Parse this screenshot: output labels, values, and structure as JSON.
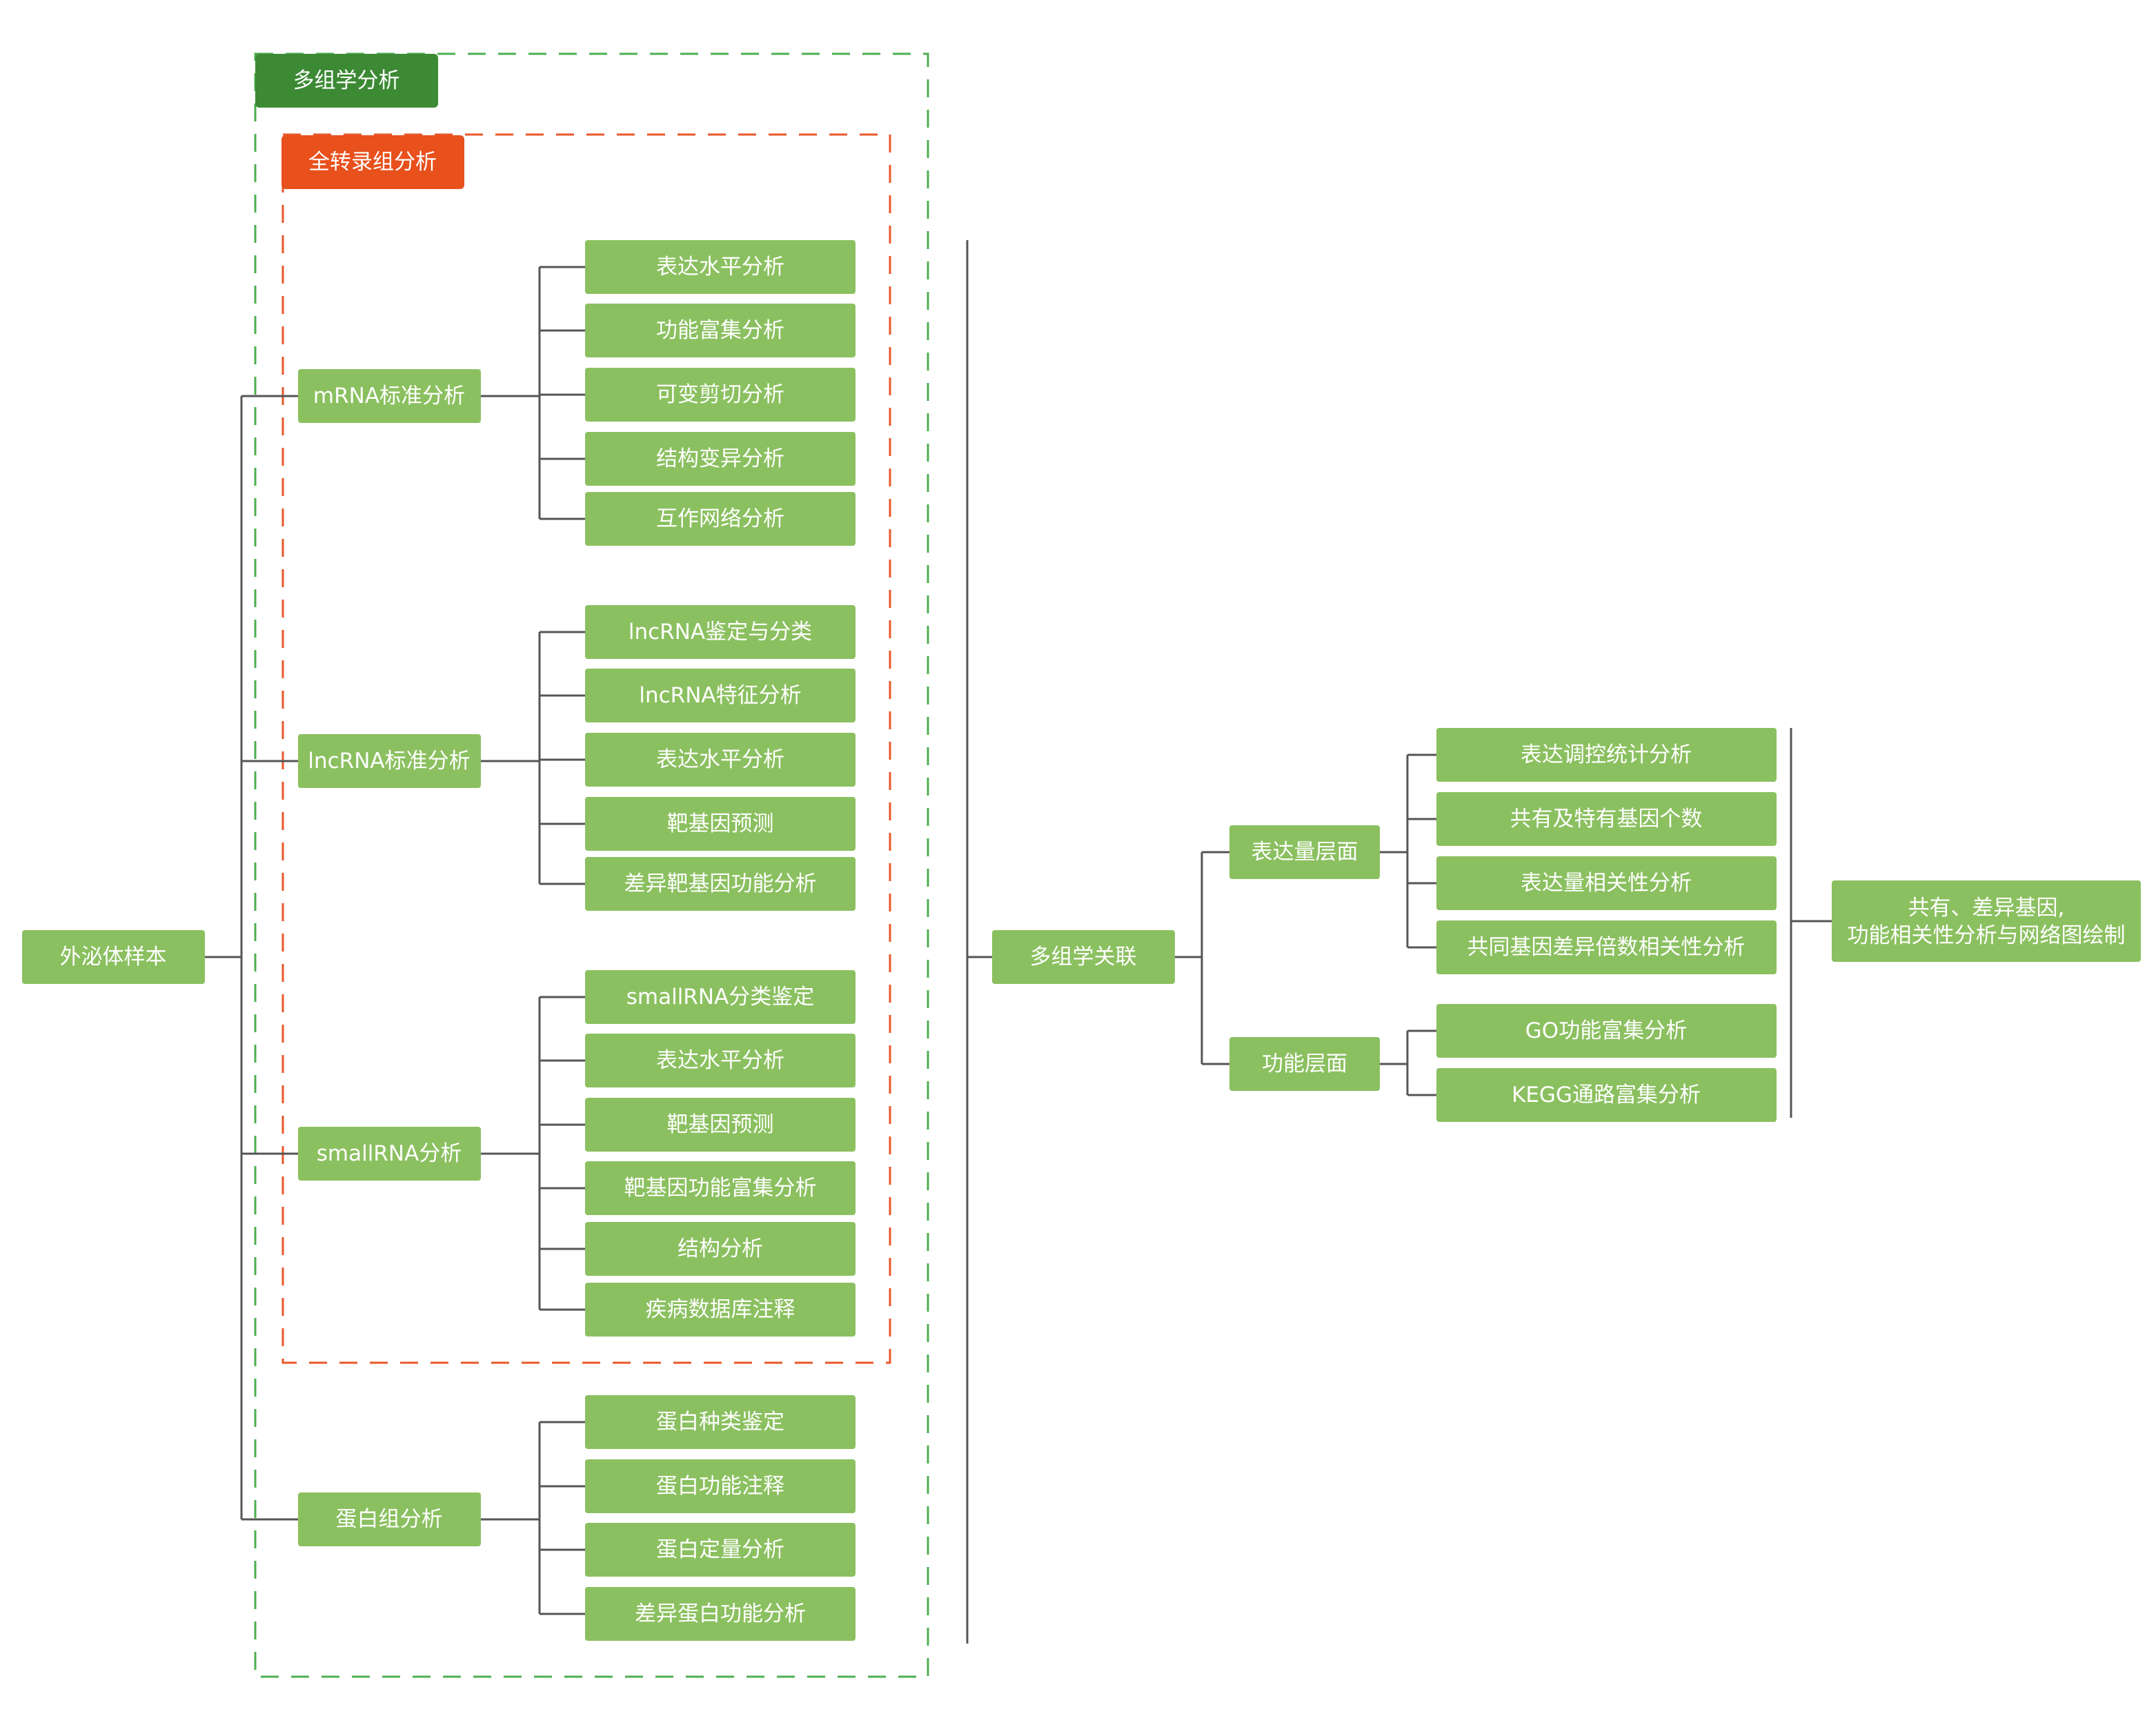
{
  "frames": {
    "multiomics_label": "多组学分析",
    "transcriptome_label": "全转录组分析"
  },
  "root": {
    "label": "外泌体样本"
  },
  "branches": [
    {
      "label": "mRNA标准分析",
      "children": [
        "表达水平分析",
        "功能富集分析",
        "可变剪切分析",
        "结构变异分析",
        "互作网络分析"
      ]
    },
    {
      "label": "lncRNA标准分析",
      "children": [
        "lncRNA鉴定与分类",
        "lncRNA特征分析",
        "表达水平分析",
        "靶基因预测",
        "差异靶基因功能分析"
      ]
    },
    {
      "label": "smallRNA分析",
      "children": [
        "smallRNA分类鉴定",
        "表达水平分析",
        "靶基因预测",
        "靶基因功能富集分析",
        "结构分析",
        "疾病数据库注释"
      ]
    },
    {
      "label": "蛋白组分析",
      "children": [
        "蛋白种类鉴定",
        "蛋白功能注释",
        "蛋白定量分析",
        "差异蛋白功能分析"
      ]
    }
  ],
  "integration": {
    "label": "多组学关联",
    "levels": [
      {
        "label": "表达量层面",
        "children": [
          "表达调控统计分析",
          "共有及特有基因个数",
          "表达量相关性分析",
          "共同基因差异倍数相关性分析"
        ]
      },
      {
        "label": "功能层面",
        "children": [
          "GO功能富集分析",
          "KEGG通路富集分析"
        ]
      }
    ],
    "result": {
      "line1": "共有、差异基因,",
      "line2": "功能相关性分析与网络图绘制"
    }
  },
  "colors": {
    "node_green": "#8bc060",
    "tag_dark_green": "#3c8a34",
    "tag_orange": "#e8501c",
    "frame_green": "#4caf50",
    "frame_orange": "#e8572a",
    "connector": "#555555"
  }
}
